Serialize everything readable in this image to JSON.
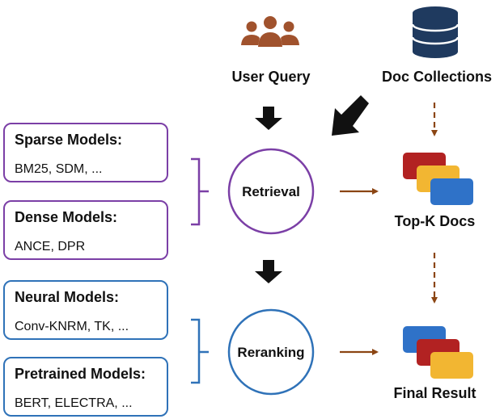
{
  "inputs": {
    "user_query": {
      "label": "User Query",
      "icon": "users-icon",
      "color": "#a0522d"
    },
    "doc_collections": {
      "label": "Doc Collections",
      "icon": "database-icon",
      "color": "#1f3a5f"
    }
  },
  "stages": {
    "retrieval": {
      "label": "Retrieval",
      "color": "#7b3fa6"
    },
    "reranking": {
      "label": "Reranking",
      "color": "#2f72b8"
    }
  },
  "outputs": {
    "top_k": {
      "label": "Top-K Docs",
      "icon": "documents-stack-icon"
    },
    "final": {
      "label": "Final Result",
      "icon": "documents-stack-icon"
    }
  },
  "retrieval_models": [
    {
      "title": "Sparse Models:",
      "examples": "BM25, SDM, ..."
    },
    {
      "title": "Dense Models:",
      "examples": "ANCE, DPR"
    }
  ],
  "reranking_models": [
    {
      "title": "Neural Models:",
      "examples": "Conv-KNRM, TK, ..."
    },
    {
      "title": "Pretrained Models:",
      "examples": "BERT, ELECTRA, ..."
    }
  ],
  "colors": {
    "arrow_dark": "#111111",
    "arrow_brown": "#8b4513",
    "doc_red": "#b22222",
    "doc_yellow": "#f2b632",
    "doc_blue": "#2f72c8"
  }
}
